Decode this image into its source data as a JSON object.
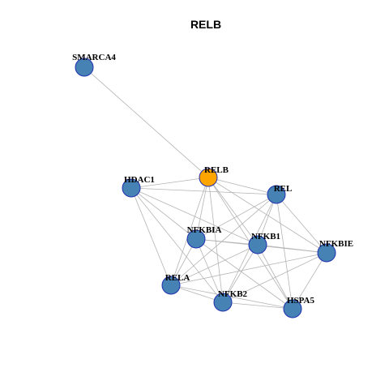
{
  "title": "RELB",
  "colors": {
    "default_node": "#4682b4",
    "highlight_node": "#ffa500",
    "node_border": "#1f2fb0",
    "edge": "#b4b4b4"
  },
  "nodes": [
    {
      "id": "SMARCA4",
      "label": "SMARCA4",
      "highlight": false
    },
    {
      "id": "RELB",
      "label": "RELB",
      "highlight": true
    },
    {
      "id": "HDAC1",
      "label": "HDAC1",
      "highlight": false
    },
    {
      "id": "REL",
      "label": "REL",
      "highlight": false
    },
    {
      "id": "NFKBIA",
      "label": "NFKBIA",
      "highlight": false
    },
    {
      "id": "NFKB1",
      "label": "NFKB1",
      "highlight": false
    },
    {
      "id": "NFKBIE",
      "label": "NFKBIE",
      "highlight": false
    },
    {
      "id": "RELA",
      "label": "RELA",
      "highlight": false
    },
    {
      "id": "NFKB2",
      "label": "NFKB2",
      "highlight": false
    },
    {
      "id": "HSPA5",
      "label": "HSPA5",
      "highlight": false
    }
  ],
  "edges": [
    [
      "SMARCA4",
      "RELB"
    ],
    [
      "HDAC1",
      "RELB"
    ],
    [
      "HDAC1",
      "REL"
    ],
    [
      "HDAC1",
      "NFKBIA"
    ],
    [
      "HDAC1",
      "NFKB1"
    ],
    [
      "HDAC1",
      "RELA"
    ],
    [
      "HDAC1",
      "NFKB2"
    ],
    [
      "RELB",
      "REL"
    ],
    [
      "RELB",
      "NFKBIA"
    ],
    [
      "RELB",
      "NFKB1"
    ],
    [
      "RELB",
      "NFKBIE"
    ],
    [
      "RELB",
      "RELA"
    ],
    [
      "RELB",
      "NFKB2"
    ],
    [
      "RELB",
      "HSPA5"
    ],
    [
      "REL",
      "NFKBIA"
    ],
    [
      "REL",
      "NFKB1"
    ],
    [
      "REL",
      "NFKBIE"
    ],
    [
      "REL",
      "RELA"
    ],
    [
      "REL",
      "NFKB2"
    ],
    [
      "REL",
      "HSPA5"
    ],
    [
      "NFKBIA",
      "NFKB1"
    ],
    [
      "NFKBIA",
      "RELA"
    ],
    [
      "NFKBIA",
      "NFKB2"
    ],
    [
      "NFKBIA",
      "HSPA5"
    ],
    [
      "NFKBIA",
      "NFKBIE"
    ],
    [
      "NFKB1",
      "NFKBIE"
    ],
    [
      "NFKB1",
      "RELA"
    ],
    [
      "NFKB1",
      "NFKB2"
    ],
    [
      "NFKB1",
      "HSPA5"
    ],
    [
      "NFKBIE",
      "RELA"
    ],
    [
      "NFKBIE",
      "NFKB2"
    ],
    [
      "NFKBIE",
      "HSPA5"
    ],
    [
      "RELA",
      "NFKB2"
    ],
    [
      "RELA",
      "HSPA5"
    ],
    [
      "NFKB2",
      "HSPA5"
    ]
  ]
}
